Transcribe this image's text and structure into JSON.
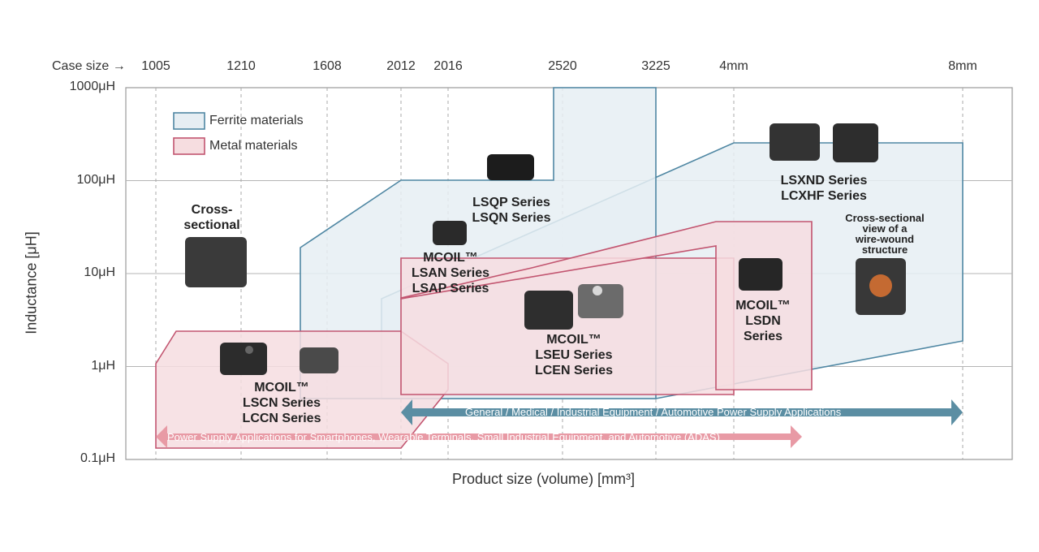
{
  "chart_data": {
    "type": "area",
    "title": "",
    "xlabel": "Product size (volume) [mm³]",
    "ylabel": "Inductance [μH]",
    "x_header": "Case size",
    "x_categories": [
      "1005",
      "1210",
      "1608",
      "2012",
      "2016",
      "2520",
      "3225",
      "4mm",
      "8mm"
    ],
    "y_scale": "log",
    "y_ticks": [
      "1000μH",
      "100μH",
      "10μH",
      "1μH",
      "0.1μH"
    ],
    "ylim_uH": [
      0.1,
      1000
    ],
    "grid": true,
    "legend_position": "top-left",
    "legend": [
      {
        "name": "Ferrite materials",
        "color": "#e6eef3",
        "border": "#4f87a3"
      },
      {
        "name": "Metal materials",
        "color": "#f6dde0",
        "border": "#c25570"
      }
    ],
    "series": [
      {
        "name": "LSQP Series / LSQN Series",
        "material": "Ferrite materials",
        "case_from": "1608",
        "case_to": "3225",
        "inductance_uH": [
          0.5,
          1000
        ]
      },
      {
        "name": "LSXND Series / LCXHF Series",
        "material": "Ferrite materials",
        "case_from": "2012",
        "case_to": "8mm",
        "inductance_uH": [
          0.5,
          250
        ]
      },
      {
        "name": "MCOIL™ LSCN Series / LCCN Series",
        "material": "Metal materials",
        "case_from": "1005",
        "case_to": "2016",
        "inductance_uH": [
          0.12,
          2.5
        ]
      },
      {
        "name": "MCOIL™ LSEU Series / LCEN Series",
        "material": "Metal materials",
        "case_from": "2012",
        "case_to": "4mm",
        "inductance_uH": [
          0.5,
          20
        ]
      },
      {
        "name": "MCOIL™ LSDN Series",
        "material": "Metal materials",
        "case_from": "2520",
        "case_to": "4mm",
        "inductance_uH": [
          0.6,
          35
        ]
      }
    ],
    "applications": [
      {
        "label": "General / Medical / Industrial Equipment / Automotive Power Supply Applications",
        "case_from": "2012",
        "case_to": "8mm",
        "color": "#5b8ea3"
      },
      {
        "label": "Power Supply Applications for Smartphones, Wearable Terminals, Small Industrial Equipment, and Automotive (ADAS)",
        "case_from": "1005",
        "case_to": "4mm",
        "color": "#e89aa5"
      }
    ]
  },
  "annotations": {
    "cross_sectional": [
      "Cross-",
      "sectional"
    ],
    "wire_wound": [
      "Cross-sectional",
      "view of a",
      "wire-wound",
      "structure"
    ],
    "lsqp": [
      "LSQP Series",
      "LSQN Series"
    ],
    "lsan": [
      "MCOIL™",
      "LSAN Series",
      "LSAP Series"
    ],
    "lscn": [
      "MCOIL™",
      "LSCN Series",
      "LCCN Series"
    ],
    "lseu": [
      "MCOIL™",
      "LSEU Series",
      "LCEN Series"
    ],
    "lsdn": [
      "MCOIL™",
      "LSDN",
      "Series"
    ],
    "lsxnd": [
      "LSXND Series",
      "LCXHF Series"
    ]
  }
}
